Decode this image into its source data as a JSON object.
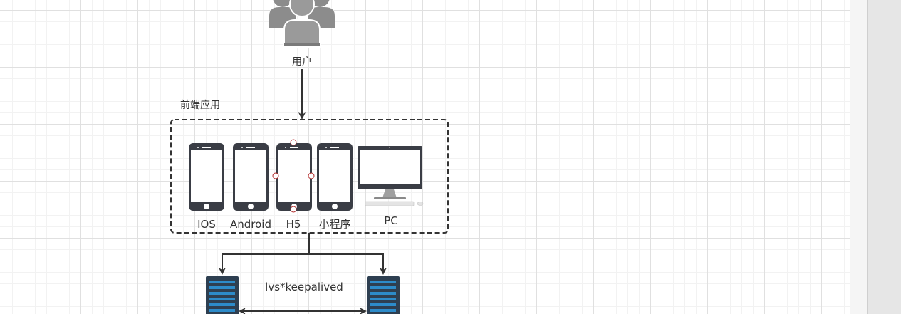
{
  "diagram": {
    "user_label": "用户",
    "group_title": "前端应用",
    "clients": [
      {
        "label": "IOS",
        "icon": "smartphone-icon"
      },
      {
        "label": "Android",
        "icon": "smartphone-icon"
      },
      {
        "label": "H5",
        "icon": "smartphone-icon"
      },
      {
        "label": "小程序",
        "icon": "smartphone-icon"
      },
      {
        "label": "PC",
        "icon": "desktop-computer-icon"
      }
    ],
    "lb_label": "lvs*keepalived",
    "colors": {
      "device": "#3a3d45",
      "server": "#2e3f51",
      "server_slot": "#2d8bc9",
      "user": "#8c8c8c",
      "edge": "#333333"
    }
  }
}
